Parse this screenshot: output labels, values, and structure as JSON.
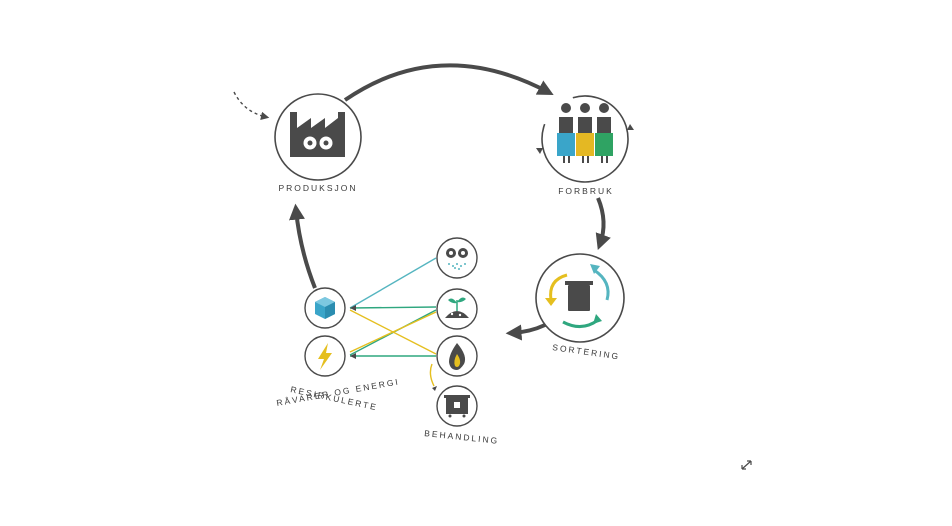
{
  "nodes": {
    "production": {
      "label": "PRODUKSJON",
      "icon": "factory-icon"
    },
    "consumption": {
      "label": "FORBRUK",
      "icon": "people-icon"
    },
    "sorting": {
      "label": "SORTERING",
      "icon": "recycling-bin-icon"
    },
    "treatment": {
      "label": "BEHANDLING",
      "icon": "waste-container-icon"
    },
    "recycled": {
      "label_line1": "RESIRKULERTE",
      "label_line2": "RÅVARER OG ENERGI"
    },
    "material_out": {
      "icon": "cube-icon"
    },
    "energy_out": {
      "icon": "lightning-icon"
    },
    "process_material": {
      "icon": "granulate-icon"
    },
    "process_bio": {
      "icon": "sprout-icon"
    },
    "process_energy": {
      "icon": "flame-icon"
    }
  },
  "colors": {
    "dark": "#4a4a4a",
    "teal": "#55b5c0",
    "green": "#2fa77f",
    "yellow": "#e5bf1f",
    "blue_person": "#3aa5c9",
    "yellow_person": "#e4b823",
    "green_person": "#2fa363"
  },
  "expand_icon": "expand-icon"
}
